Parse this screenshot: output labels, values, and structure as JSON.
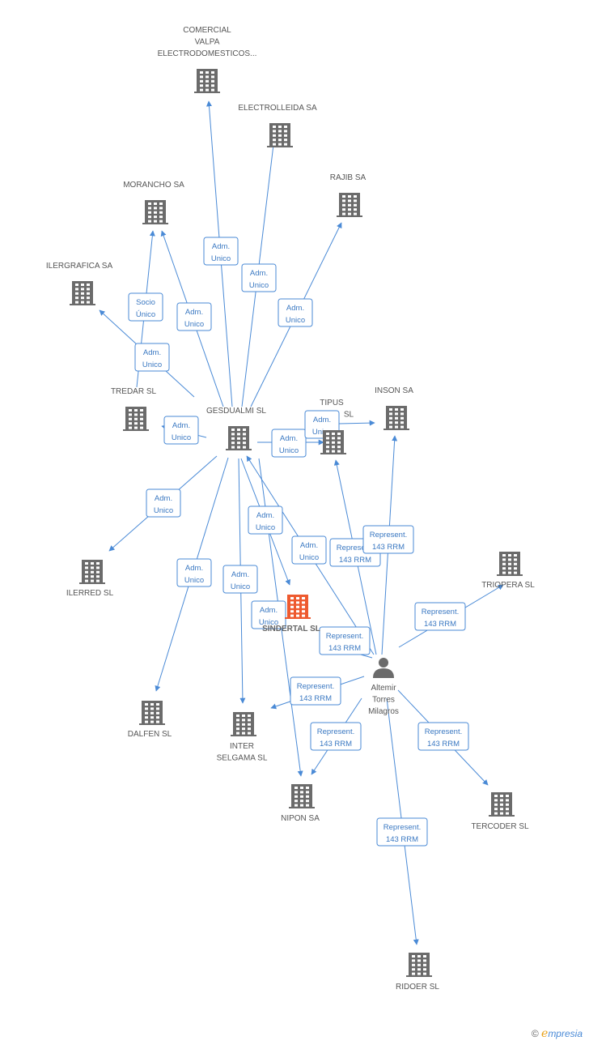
{
  "colors": {
    "edge": "#4a8ad6",
    "node": "#6b6b6b",
    "focus": "#ee5a2f"
  },
  "nodes": [
    {
      "id": "comercial",
      "type": "company",
      "lines": [
        "COMERCIAL",
        "VALPA",
        "ELECTRODOMESTICOS..."
      ]
    },
    {
      "id": "electrolleida",
      "type": "company",
      "lines": [
        "ELECTROLLEIDA SA"
      ]
    },
    {
      "id": "rajib",
      "type": "company",
      "lines": [
        "RAJIB SA"
      ]
    },
    {
      "id": "morancho",
      "type": "company",
      "lines": [
        "MORANCHO SA"
      ]
    },
    {
      "id": "ilergrafica",
      "type": "company",
      "lines": [
        "ILERGRAFICA SA"
      ]
    },
    {
      "id": "tredar",
      "type": "company",
      "lines": [
        "TREDAR SL"
      ]
    },
    {
      "id": "gesdualmi",
      "type": "company",
      "lines": [
        "GESDUALMI SL"
      ]
    },
    {
      "id": "tipus",
      "type": "company",
      "lines": [
        "TIPUS",
        "SL"
      ]
    },
    {
      "id": "inson",
      "type": "company",
      "lines": [
        "INSON SA"
      ]
    },
    {
      "id": "triopera",
      "type": "company",
      "lines": [
        "TRIOPERA  SL"
      ]
    },
    {
      "id": "ilerred",
      "type": "company",
      "lines": [
        "ILERRED  SL"
      ]
    },
    {
      "id": "sindertal",
      "type": "company",
      "focus": true,
      "lines": [
        "SINDERTAL SL"
      ]
    },
    {
      "id": "dalfen",
      "type": "company",
      "lines": [
        "DALFEN  SL"
      ]
    },
    {
      "id": "inter",
      "type": "company",
      "lines": [
        "INTER",
        "SELGAMA SL"
      ]
    },
    {
      "id": "nipon",
      "type": "company",
      "lines": [
        "NIPON SA"
      ]
    },
    {
      "id": "tercoder",
      "type": "company",
      "lines": [
        "TERCODER  SL"
      ]
    },
    {
      "id": "ridoer",
      "type": "company",
      "lines": [
        "RIDOER  SL"
      ]
    },
    {
      "id": "altemir",
      "type": "person",
      "lines": [
        "Altemir",
        "Torres",
        "Milagros"
      ]
    }
  ],
  "edges": [
    {
      "from": "gesdualmi",
      "to": "comercial",
      "label": [
        "Adm.",
        "Unico"
      ]
    },
    {
      "from": "gesdualmi",
      "to": "electrolleida",
      "label": [
        "Adm.",
        "Unico"
      ]
    },
    {
      "from": "gesdualmi",
      "to": "rajib",
      "label": [
        "Adm.",
        "Unico"
      ]
    },
    {
      "from": "gesdualmi",
      "to": "morancho",
      "label": [
        "Adm.",
        "Unico"
      ]
    },
    {
      "from": "tredar",
      "to": "morancho",
      "label": [
        "Socio",
        "Único"
      ]
    },
    {
      "from": "gesdualmi",
      "to": "ilergrafica",
      "label": [
        "Adm.",
        "Unico"
      ]
    },
    {
      "from": "gesdualmi",
      "to": "tredar",
      "label": [
        "Adm.",
        "Unico"
      ]
    },
    {
      "from": "gesdualmi",
      "to": "tipus",
      "label": [
        "Adm.",
        "Unico"
      ]
    },
    {
      "from": "tipus",
      "to": "inson",
      "label": [
        "Adm.",
        "Unico"
      ]
    },
    {
      "from": "gesdualmi",
      "to": "ilerred",
      "label": [
        "Adm.",
        "Unico"
      ]
    },
    {
      "from": "gesdualmi",
      "to": "dalfen",
      "label": [
        "Adm.",
        "Unico"
      ]
    },
    {
      "from": "gesdualmi",
      "to": "inter",
      "label": [
        "Adm.",
        "Unico"
      ]
    },
    {
      "from": "gesdualmi",
      "to": "sindertal",
      "label": [
        "Adm.",
        "Unico"
      ]
    },
    {
      "from": "altemir",
      "to": "gesdualmi",
      "label": [
        "Adm.",
        "Unico"
      ]
    },
    {
      "from": "sindertal",
      "to": "nipon",
      "label": [
        "Adm.",
        "Unico"
      ]
    },
    {
      "from": "altemir",
      "to": "tipus",
      "label": [
        "Represent.",
        "143 RRM"
      ]
    },
    {
      "from": "altemir",
      "to": "inson",
      "label": [
        "Represent.",
        "143 RRM"
      ]
    },
    {
      "from": "altemir",
      "to": "triopera",
      "label": [
        "Represent.",
        "143 RRM"
      ]
    },
    {
      "from": "altemir",
      "to": "sindertal",
      "label": [
        "Represent.",
        "143 RRM"
      ]
    },
    {
      "from": "altemir",
      "to": "inter",
      "label": [
        "Represent.",
        "143 RRM"
      ]
    },
    {
      "from": "altemir",
      "to": "nipon",
      "label": [
        "Represent.",
        "143 RRM"
      ]
    },
    {
      "from": "altemir",
      "to": "tercoder",
      "label": [
        "Represent.",
        "143 RRM"
      ]
    },
    {
      "from": "altemir",
      "to": "ridoer",
      "label": [
        "Represent.",
        "143 RRM"
      ]
    }
  ],
  "brand": {
    "copyright": "©",
    "e": "e",
    "rest": "mpresia"
  }
}
